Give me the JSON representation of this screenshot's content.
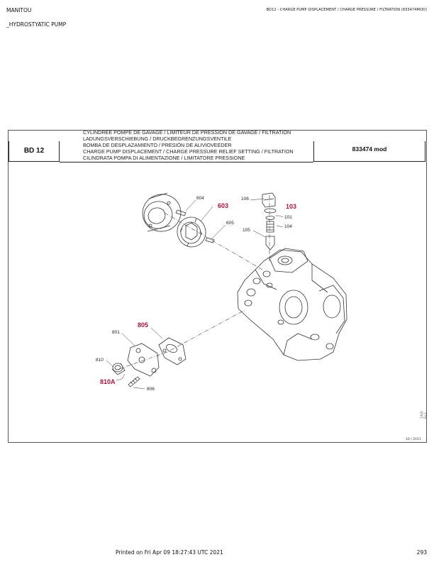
{
  "header": {
    "brand": "MANITOU",
    "section": "_HYDROSTYATIC PUMP",
    "doc_title": "BD12 - CHARGE PUMP DISPLACEMENT / CHARGE PRESSURE / FILTRATION (833474MOD)"
  },
  "sheet": {
    "code": "BD 12",
    "model": "833474 mod",
    "title_lines": [
      "CYLINDREE POMPE DE GAVAGE / LIMITEUR DE PRESSION DE GAVAGE / FILTRATION",
      "LADUNGSVERSCHIEBUNG  / DRUCKBEGRENZUNGSVENTILE",
      "BOMBA DE DESPLAZAMIENTO  / PRESIÓN DE ALIVIOVEEDER",
      "CHARGE PUMP DISPLACEMENT / CHARGE PRESSURE RELIEF SETTING / FILTRATION",
      "CILINDRATA POMPA DI ALIMENTAZIONE / LIMITATORE PRESSIONE"
    ],
    "date_tag": "10 / 2011",
    "side_tag": "T.A.D. Ex.1"
  },
  "callouts": {
    "c604": "604",
    "c603": "603",
    "c605": "605",
    "c106": "106",
    "c103": "103",
    "c101": "101",
    "c104": "104",
    "c105": "105",
    "c805": "805",
    "c801": "801",
    "c810": "810",
    "c810a": "810A",
    "c806": "806"
  },
  "footer": {
    "printed": "Printed on  Fri Apr 09 18:27:43 UTC 2021",
    "page": "293"
  },
  "colors": {
    "highlight_part": "#a5163a",
    "line": "#333333"
  }
}
